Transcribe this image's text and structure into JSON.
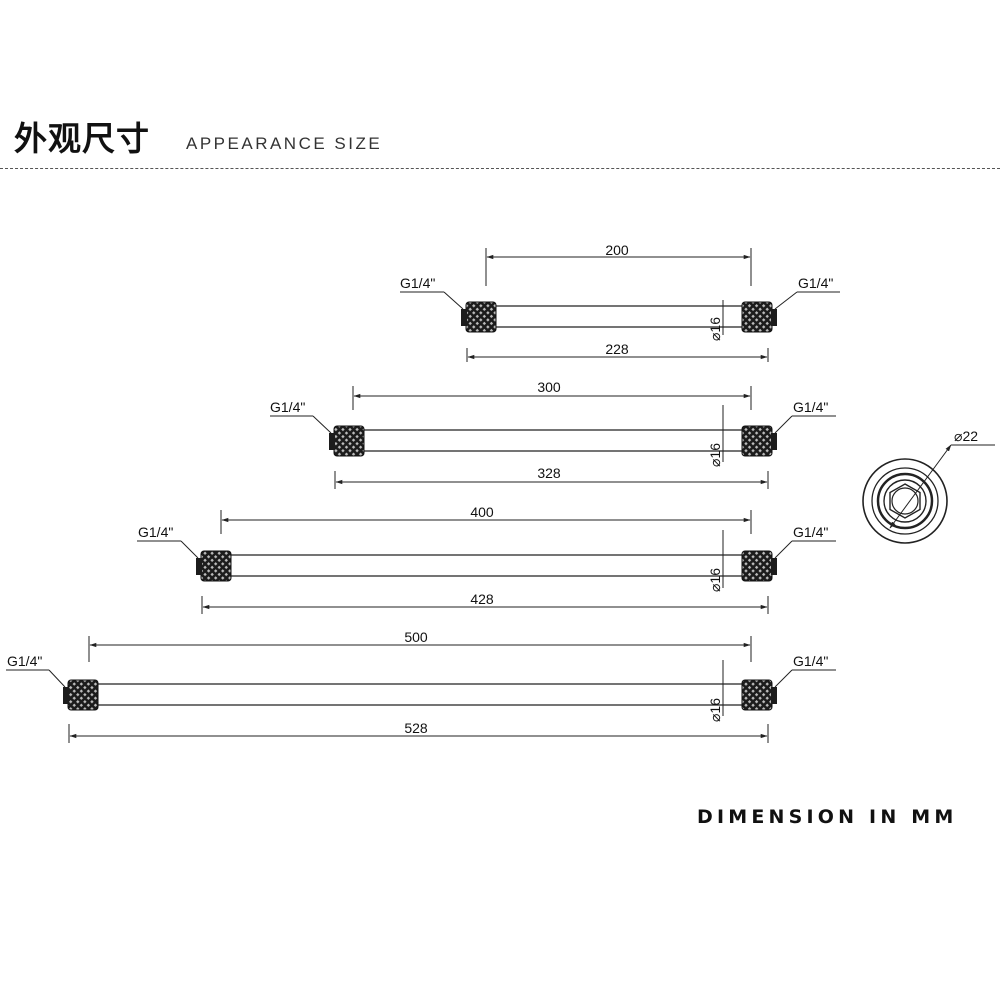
{
  "header": {
    "title_cn": "外观尺寸",
    "title_en": "APPEARANCE SIZE"
  },
  "tubes": [
    {
      "inner_length": "200",
      "overall_length": "228",
      "diameter": "16",
      "left_thread": "G1/4\"",
      "right_thread": "G1/4\""
    },
    {
      "inner_length": "300",
      "overall_length": "328",
      "diameter": "16",
      "left_thread": "G1/4\"",
      "right_thread": "G1/4\""
    },
    {
      "inner_length": "400",
      "overall_length": "428",
      "diameter": "16",
      "left_thread": "G1/4\"",
      "right_thread": "G1/4\""
    },
    {
      "inner_length": "500",
      "overall_length": "528",
      "diameter": "16",
      "left_thread": "G1/4\"",
      "right_thread": "G1/4\""
    }
  ],
  "end_view": {
    "diameter": "22"
  },
  "footer": {
    "note": "DIMENSION IN MM"
  },
  "colors": {
    "line": "#222222",
    "fitting": "#1c1c1c"
  }
}
